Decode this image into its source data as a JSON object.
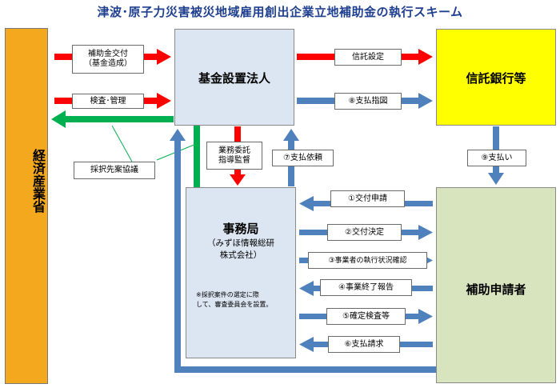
{
  "title": "津波･原子力災害被災地域雇用創出企業立地補助金の執行スキーム",
  "nodes": {
    "ministry": "経済産業省",
    "fund_corp": "基金設置法人",
    "trust_bank": "信託銀行等",
    "office_title": "事務局",
    "office_sub": "（みずほ情報総研\n株式会社）",
    "office_note": "※採択案件の選定に際\nして、審査委員会を設置。",
    "applicant": "補助申請者"
  },
  "labels": {
    "subsidy_grant": "補助金交付\n（基金造成）",
    "inspection": "検査･管理",
    "adoption_consult": "採択先案協議",
    "trust_setup": "信託設定",
    "pay_instruction": "⑧支払指図",
    "outsourcing": "業務委託\n指導監督",
    "pay_request": "⑦支払依頼",
    "payment": "⑨支払い",
    "grant_application": "①交付申請",
    "grant_decision": "②交付決定",
    "execution_check": "③事業者の執行状況確認",
    "completion_report": "④事業終了報告",
    "final_inspection": "⑤確定検査等",
    "payment_claim": "⑥支払請求"
  },
  "colors": {
    "red_arrow": "#ff0000",
    "blue_arrow": "#4f81bd",
    "green_arrow": "#00b050",
    "ministry": "#f3a81e",
    "fund": "#dce6f2",
    "bank": "#ffff00",
    "applicant": "#d7e4bd"
  }
}
